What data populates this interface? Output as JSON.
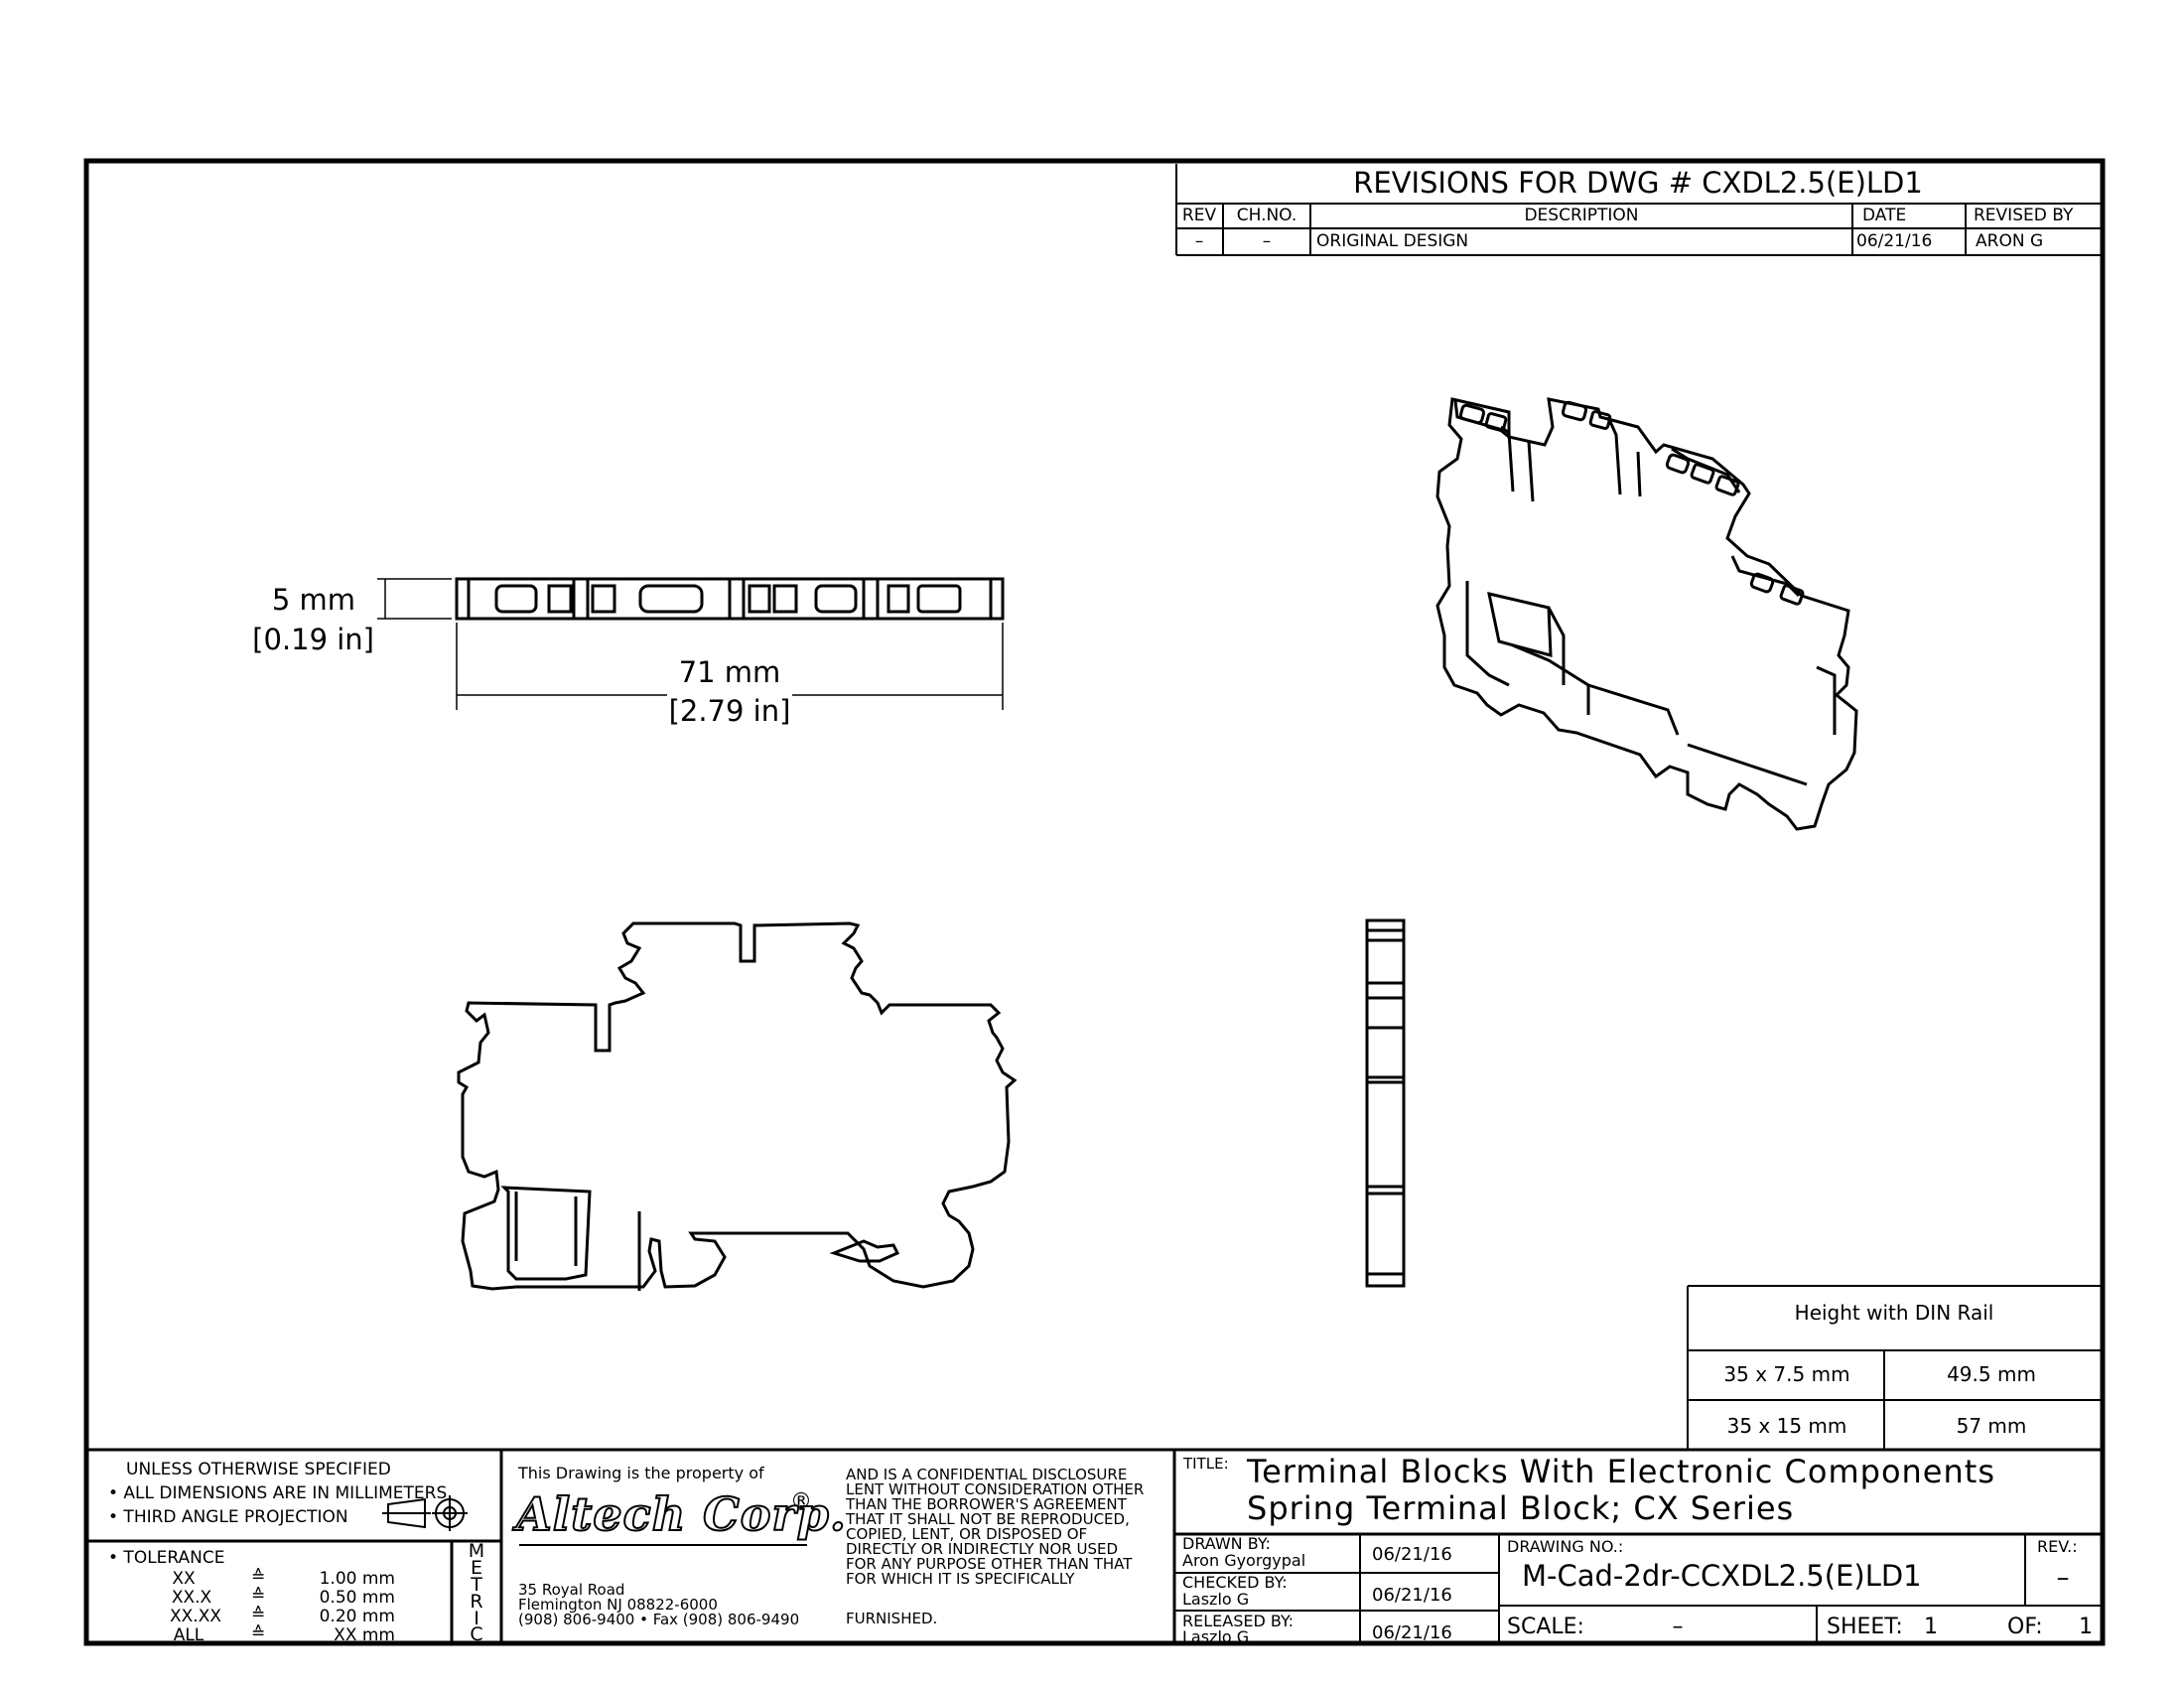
{
  "revisions": {
    "title": "REVISIONS  FOR  DWG  #  CXDL2.5(E)LD1",
    "headers": {
      "rev": "REV",
      "ch_no": "CH.NO.",
      "description": "DESCRIPTION",
      "date": "DATE",
      "revised_by": "REVISED  BY"
    },
    "rows": [
      {
        "rev": "–",
        "ch_no": "–",
        "description": "ORIGINAL  DESIGN",
        "date": "06/21/16",
        "revised_by": "ARON  G"
      }
    ]
  },
  "dimensions": {
    "thickness_mm": "5 mm",
    "thickness_in": "[0.19 in]",
    "length_mm": "71 mm",
    "length_in": "[2.79 in]"
  },
  "din_table": {
    "header": "Height with DIN Rail",
    "rows": [
      {
        "rail": "35 x 7.5 mm",
        "height": "49.5 mm"
      },
      {
        "rail": "35 x 15 mm",
        "height": "57 mm"
      }
    ]
  },
  "notes": {
    "line1": "UNLESS  OTHERWISE  SPECIFIED",
    "line2": "• ALL  DIMENSIONS  ARE  IN  MILLIMETERS",
    "line3": "• THIRD  ANGLE  PROJECTION",
    "tolerance_label": "• TOLERANCE",
    "tolerances": [
      {
        "fmt": "XX",
        "sym": "≙",
        "val": "1.00 mm"
      },
      {
        "fmt": "XX.X",
        "sym": "≙",
        "val": "0.50 mm"
      },
      {
        "fmt": "XX.XX",
        "sym": "≙",
        "val": "0.20 mm"
      },
      {
        "fmt": "ALL",
        "sym": "≙",
        "val": "XX mm"
      }
    ],
    "metric": [
      "M",
      "E",
      "T",
      "R",
      "I",
      "C"
    ]
  },
  "company": {
    "property_of": "This  Drawing  is  the  property  of",
    "logo": "Altech Corp.",
    "registered": "®",
    "address1": "35  Royal  Road",
    "address2": "Flemington  NJ  08822-6000",
    "address3": "(908)  806-9400 • Fax  (908)  806-9490",
    "disclosure": [
      "AND  IS  A  CONFIDENTIAL  DISCLOSURE",
      "LENT  WITHOUT  CONSIDERATION  OTHER",
      "THAN  THE  BORROWER'S  AGREEMENT",
      "THAT  IT  SHALL  NOT  BE  REPRODUCED,",
      "COPIED,  LENT,  OR  DISPOSED  OF",
      "DIRECTLY  OR  INDIRECTLY  NOR  USED",
      "FOR  ANY  PURPOSE  OTHER  THAN  THAT",
      "FOR  WHICH  IT  IS  SPECIFICALLY",
      "FURNISHED."
    ]
  },
  "title_block": {
    "title_label": "TITLE:",
    "title_line1": "Terminal  Blocks  With  Electronic  Components",
    "title_line2": "Spring  Terminal  Block;  CX  Series",
    "drawn_by_label": "DRAWN  BY:",
    "drawn_by": "Aron  Gyorgypal",
    "drawn_date": "06/21/16",
    "checked_by_label": "CHECKED  BY:",
    "checked_by": "Laszlo  G",
    "checked_date": "06/21/16",
    "released_by_label": "RELEASED  BY:",
    "released_by": "Laszlo  G",
    "released_date": "06/21/16",
    "drawing_no_label": "DRAWING  NO.:",
    "drawing_no": "M-Cad-2dr-CCXDL2.5(E)LD1",
    "rev_label": "REV.:",
    "rev": "–",
    "scale_label": "SCALE:",
    "scale": "–",
    "sheet_label": "SHEET:",
    "sheet": "1",
    "of_label": "OF:",
    "of": "1"
  }
}
